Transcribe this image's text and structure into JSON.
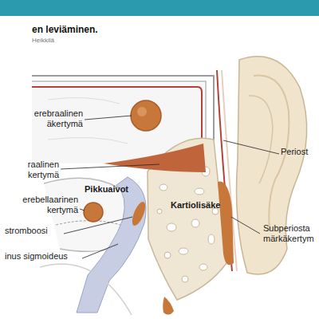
{
  "diagram": {
    "title": "en leviäminen.",
    "labels": [
      "Heikkilä",
      "erebraalinen äkertymä",
      "raalinen kertymä",
      "erebellaarinen kertymä",
      "Pikkuaivot",
      "Kartiolisäke",
      "stromboosi",
      "inus sigmoideus",
      "Periost",
      "Subperiosta märkäkertym"
    ]
  }
}
